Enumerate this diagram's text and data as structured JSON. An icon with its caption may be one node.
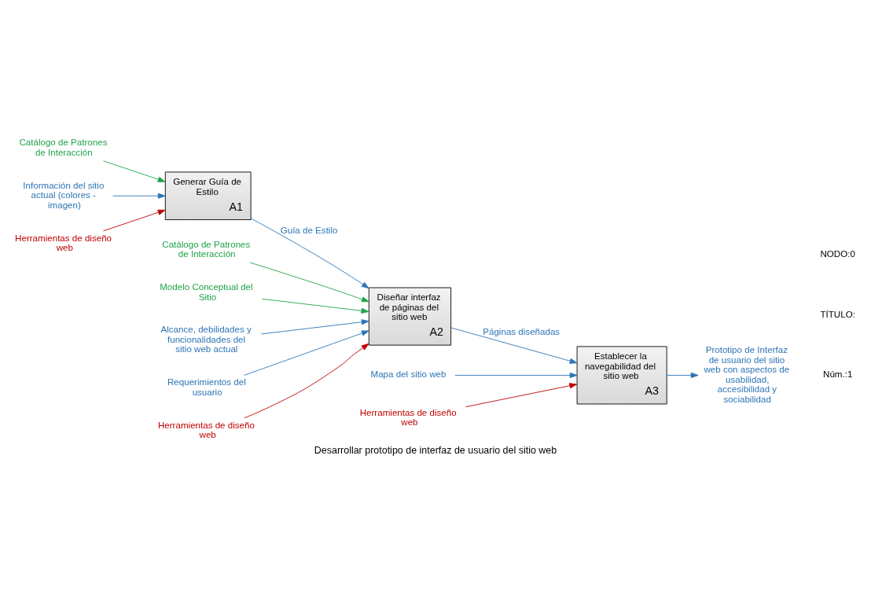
{
  "diagram": {
    "title": "Desarrollar prototipo de interfaz de usuario del sitio web",
    "nodes": [
      {
        "text": [
          "Catálogo de Patrones de Interacción"
        ]
      },
      {
        "text": [
          "Información del sitio actual (colores - imagen)"
        ]
      },
      {
        "text": [
          "Generar Guía de Estilo",
          "A1"
        ]
      },
      {
        "text": [
          "Herramientas de diseño web"
        ]
      },
      {
        "text": [
          "Catálogo de Patrones de Interacción"
        ]
      },
      {
        "text": [
          "Modelo Conceptual del Sitio"
        ]
      },
      {
        "text": [
          "Alcance, debilidades y funcionalidades del sitio web actual"
        ]
      },
      {
        "text": [
          "Diseñar interfaz de páginas del sitio web",
          "A2"
        ]
      },
      {
        "text": [
          "Requerimientos del usuario"
        ]
      },
      {
        "text": [
          "Herramientas de diseño web"
        ]
      },
      {
        "text": [
          "Establecer la navegabilidad del sitio web",
          "A3"
        ]
      },
      {
        "text": [
          "Prototipo de Interfaz de usuario del sitio web con aspectos de usabilidad, accesibilidad y sociabilidad"
        ]
      },
      {
        "text": [
          "Mapa del sitio web"
        ]
      },
      {
        "text": [
          "Herramientas de diseño web"
        ]
      }
    ],
    "edges": [
      {
        "from": 0,
        "to": 2,
        "arrow": "to",
        "color": "#1fa34a"
      },
      {
        "from": 1,
        "to": 2,
        "arrow": "to"
      },
      {
        "from": 3,
        "to": 2,
        "arrow": "to",
        "color": "#c00000"
      },
      {
        "from": 2,
        "to": 7,
        "arrow": "to",
        "label": "Guía de Estilo"
      },
      {
        "from": 4,
        "to": 7,
        "arrow": "to",
        "color": "#1fa34a"
      },
      {
        "from": 5,
        "to": 7,
        "arrow": "to",
        "color": "#1fa34a"
      },
      {
        "from": 6,
        "to": 7,
        "arrow": "to"
      },
      {
        "from": 8,
        "to": 7,
        "arrow": "to"
      },
      {
        "from": 9,
        "to": 7,
        "arrow": "to",
        "color": "#c00000"
      },
      {
        "from": 7,
        "to": 10,
        "arrow": "to",
        "label": "Páginas diseñadas"
      },
      {
        "from": 12,
        "to": 10,
        "arrow": "to"
      },
      {
        "from": 13,
        "to": 10,
        "arrow": "to",
        "color": "#c00000"
      },
      {
        "from": 10,
        "to": 11,
        "arrow": "to"
      }
    ],
    "labels": [
      "NODO:0",
      "TÍTULO:",
      "Núm.:1"
    ]
  }
}
